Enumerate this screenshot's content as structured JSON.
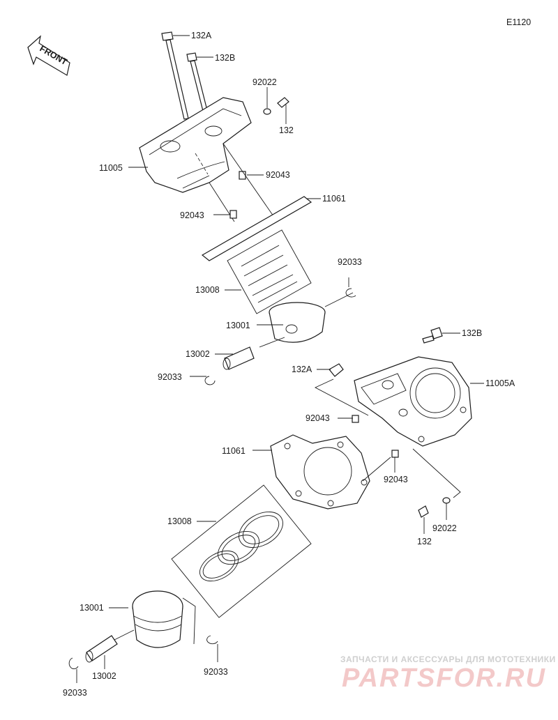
{
  "diagram_code": "E1120",
  "front_label": "FRONT",
  "labels": {
    "bolt_132A_top": "132A",
    "bolt_132B_top": "132B",
    "washer_92022_top": "92022",
    "bolt_132_top": "132",
    "head_11005": "11005",
    "dowel_92043_a": "92043",
    "gasket_11061_top": "11061",
    "dowel_92043_b": "92043",
    "clip_92033_top": "92033",
    "rings_13008_top": "13008",
    "piston_13001_top": "13001",
    "pin_13002_top": "13002",
    "clip_92033_left": "92033",
    "bolt_132B_right": "132B",
    "bolt_132A_mid": "132A",
    "cylinder_11005A": "11005A",
    "dowel_92043_c": "92043",
    "gasket_11061_bottom": "11061",
    "dowel_92043_d": "92043",
    "washer_92022_bottom": "92022",
    "bolt_132_bottom": "132",
    "rings_13008_bottom": "13008",
    "piston_13001_bottom": "13001",
    "clip_92033_bottom_right": "92033",
    "pin_13002_bottom": "13002",
    "clip_92033_bottom_left": "92033"
  },
  "watermark": {
    "tagline": "ЗАПЧАСТИ И АКСЕССУАРЫ ДЛЯ МОТОТЕХНИКИ",
    "brand": "PARTSFOR.RU",
    "brand_color": "#f3c9c9"
  }
}
